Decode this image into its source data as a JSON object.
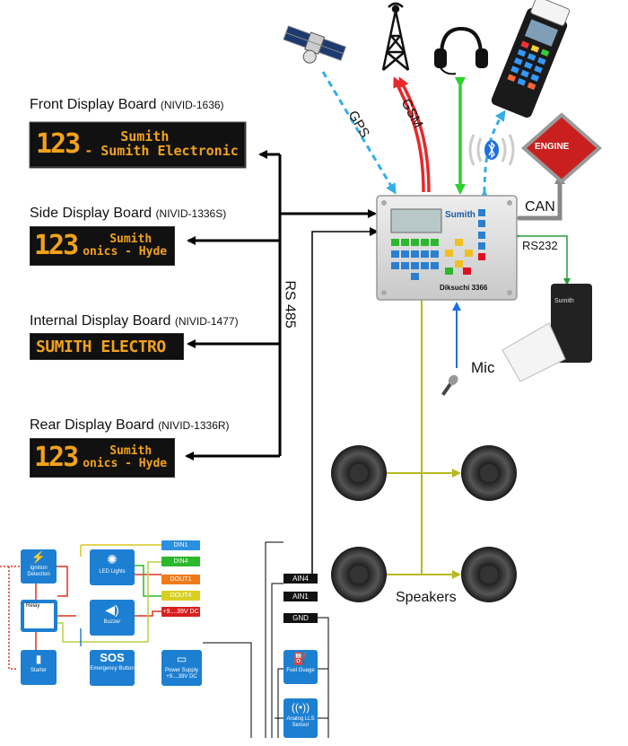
{
  "boards": [
    {
      "title": "Front Display Board",
      "model": "(NIVID-1636)",
      "num": "123",
      "line1": "Sumith",
      "line2": "- Sumith Electronic"
    },
    {
      "title": "Side Display Board",
      "model": "(NIVID-1336S)",
      "num": "123",
      "line1": "Sumith",
      "line2": "onics - Hyde"
    },
    {
      "title": "Internal Display Board",
      "model": "(NIVID-1477)",
      "text": "SUMITH ELECTRO"
    },
    {
      "title": "Rear Display Board",
      "model": "(NIVID-1336R)",
      "num": "123",
      "line1": "Sumith",
      "line2": "onics - Hyde"
    }
  ],
  "links": {
    "gps": "GPS",
    "gsm": "GSM",
    "rs485": "RS 485",
    "can": "CAN",
    "rs232": "RS232",
    "mic": "Mic",
    "speakers": "Speakers"
  },
  "device": {
    "brand": "Sumith",
    "name": "Diksuchi 3366"
  },
  "engine": "ENGINE",
  "reader_brand": "Sumith",
  "io": {
    "ignition": "Ignition Detection",
    "relay": "Relay",
    "starter": "Starter",
    "led_lights": "LED Lights",
    "buzzer": "Buzzer",
    "sos": "SOS",
    "emergency": "Emergency Button",
    "power": "Power Supply +9....39V DC",
    "din1": "DIN1",
    "din4": "DIN4",
    "dout1": "DOUT1",
    "dout4": "DOUT4",
    "vdc": "+9....39V DC",
    "ain4": "AIN4",
    "ain1": "AIN1",
    "gnd": "GND",
    "fuel": "Fuel Guage",
    "lls": "Analog LLS Sensor"
  },
  "colors": {
    "gps": "#33aee8",
    "gsm": "#e8282a",
    "headset": "#2cd12c",
    "mic": "#1e6fe0",
    "olive": "#b8b820",
    "rs232": "#2a9a3a",
    "can": "#888888",
    "led": "#f2a21a",
    "blue_box": "#1d7fd1"
  }
}
